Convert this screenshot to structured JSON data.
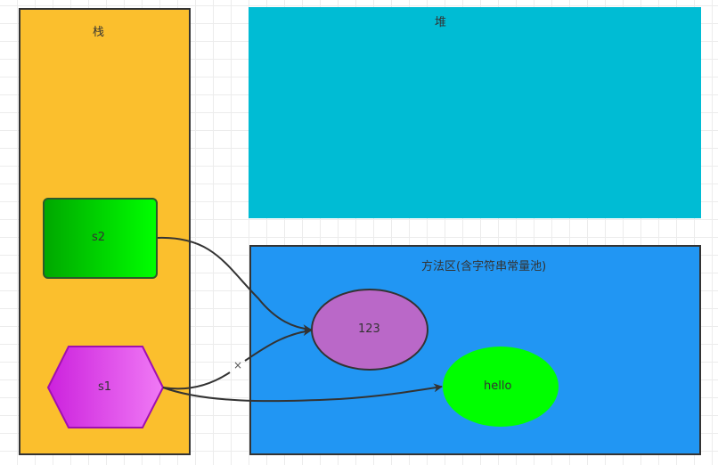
{
  "stack": {
    "label": "栈"
  },
  "heap": {
    "label": "堆"
  },
  "method_area": {
    "label": "方法区(含字符串常量池)"
  },
  "nodes": {
    "s2": "s2",
    "s1": "s1",
    "n123": "123",
    "hello": "hello"
  },
  "edge_marker": "×",
  "colors": {
    "stack": "#FBBF2D",
    "heap": "#00BCD4",
    "method_area": "#2196F3",
    "ellipse_123": "#BA68C8",
    "ellipse_hello": "#00FF00"
  }
}
